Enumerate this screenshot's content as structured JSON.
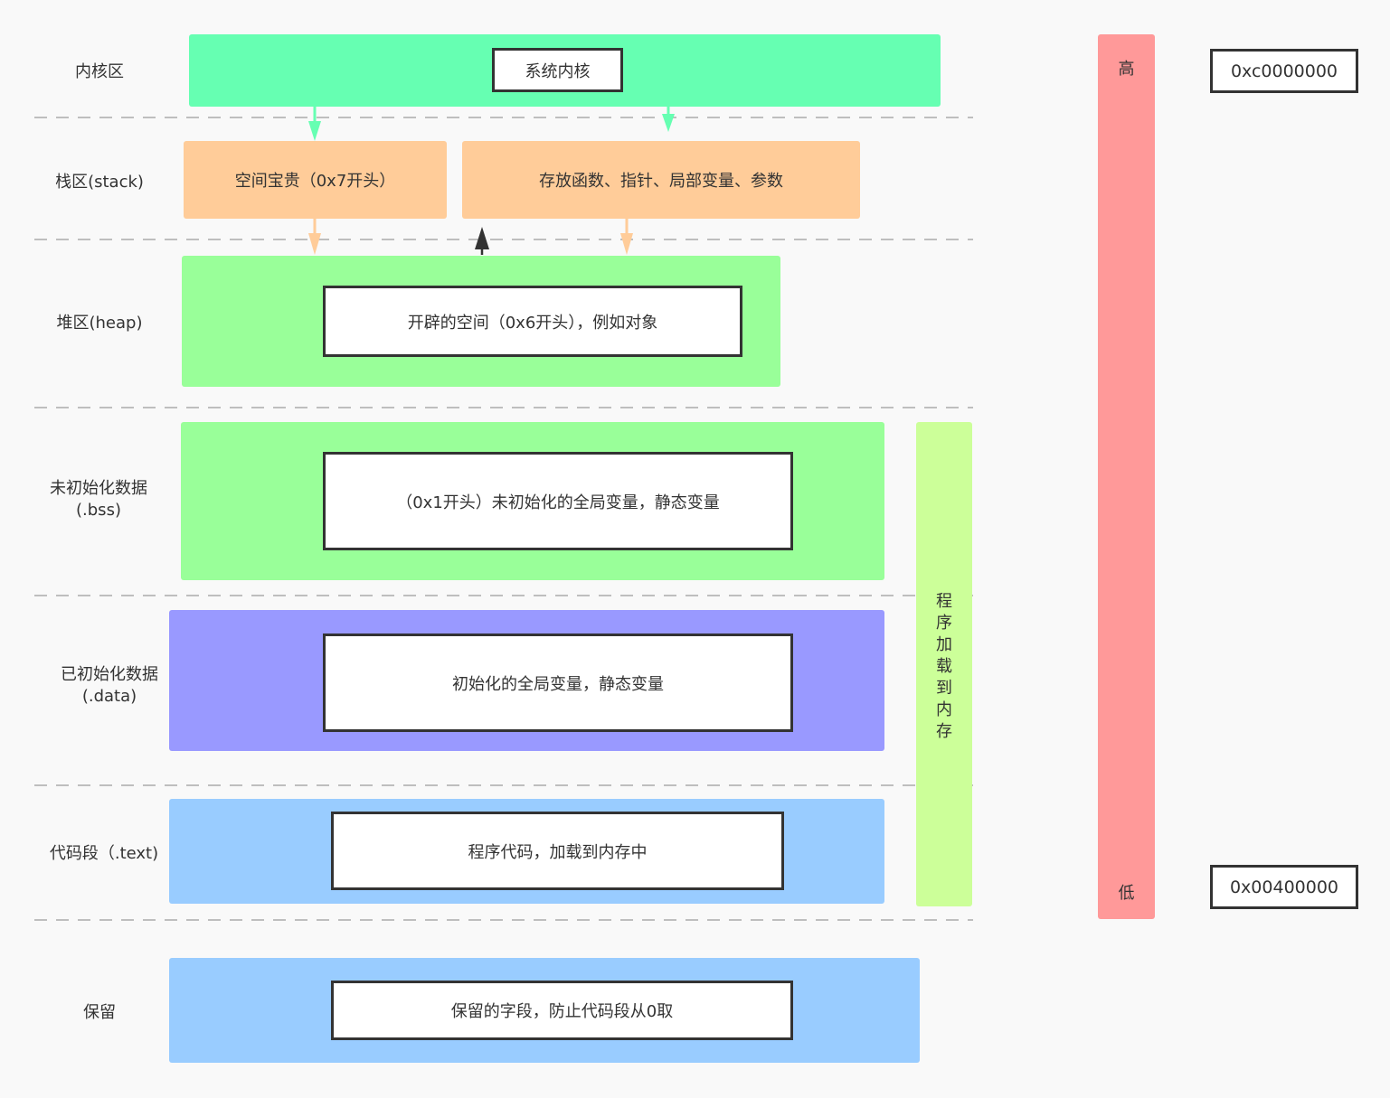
{
  "rows": {
    "kernel": {
      "label": "内核区",
      "content": "系统内核"
    },
    "stack": {
      "label": "栈区(stack)",
      "content_left": "空间宝贵（0x7开头）",
      "content_right": "存放函数、指针、局部变量、参数"
    },
    "heap": {
      "label": "堆区(heap)",
      "content": "开辟的空间（0x6开头），例如对象"
    },
    "bss": {
      "label": "未初始化数据\n(.bss)",
      "content": "（0x1开头）未初始化的全局变量，静态变量"
    },
    "data": {
      "label": "已初始化数据\n(.data)",
      "content": "初始化的全局变量，静态变量"
    },
    "text": {
      "label": "代码段（.text)",
      "content": "程序代码，加载到内存中"
    },
    "reserved": {
      "label": "保留",
      "content": "保留的字段，防止代码段从0取"
    }
  },
  "load_bar": {
    "label": "程序加载到内存"
  },
  "address_bar": {
    "high": "高",
    "low": "低"
  },
  "addresses": {
    "high": "0xc0000000",
    "low": "0x00400000"
  },
  "colors": {
    "kernel": "#66ffb2",
    "stack": "#ffcc99",
    "heap_bss": "#99ff99",
    "data": "#9999ff",
    "text_reserved": "#99ccff",
    "load_bar": "#ccff99",
    "address_bar": "#ff9999",
    "arrow_kernel": "#66ffb2",
    "arrow_stack": "#ffcc99",
    "arrow_heap": "#333333"
  }
}
